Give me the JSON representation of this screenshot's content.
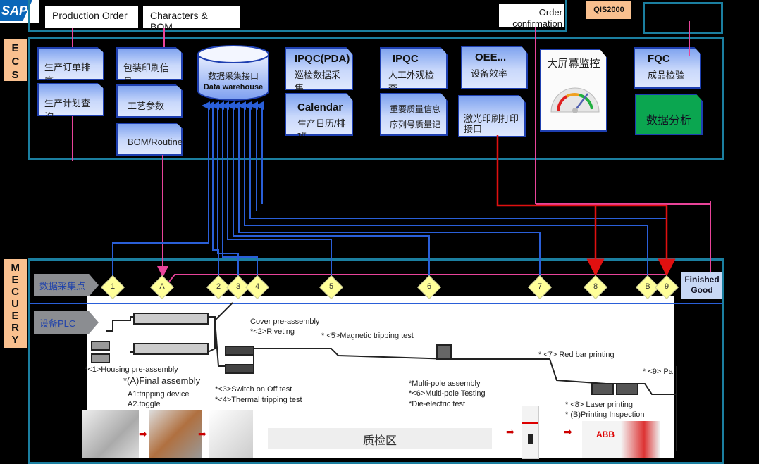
{
  "sap": {
    "logo": "SAP",
    "production_order": "Production Order",
    "characters_bom": "Characters & BOM",
    "order_confirmation": "Order confirmation",
    "qis": "QIS2000"
  },
  "ecs": {
    "label": "ECS",
    "cards": {
      "order_sort": "生产订单排序",
      "plan_query": "生产计划查询",
      "pack_print": "包装印刷信息",
      "process_params": "工艺参数",
      "bom": "BOM/Routine",
      "ipqc_pda_title": "IPQC(PDA)",
      "ipqc_pda_sub": "巡检数据采集",
      "calendar_title": "Calendar",
      "calendar_sub": "生产日历/排班",
      "ipqc_title": "IPQC",
      "ipqc_sub": "人工外观检查",
      "quality_info": "重要质量信息",
      "serial_record": "序列号质量记录",
      "oee_title": "OEE...",
      "oee_sub": "设备效率",
      "laser_iface": "激光印刷打印接口",
      "big_screen": "大屏幕监控",
      "fqc_title": "FQC",
      "fqc_sub": "成品检验",
      "analysis": "数据分析"
    },
    "warehouse_cn": "数据采集接口",
    "warehouse_en": "Data warehouse"
  },
  "mes": {
    "label": "MECUERY",
    "collect_points": "数据采集点",
    "plc": "设备PLC",
    "finished_good": "Finished Good",
    "points": [
      "1",
      "A",
      "2",
      "3",
      "4",
      "5",
      "6",
      "7",
      "8",
      "B",
      "9"
    ],
    "notes": {
      "housing": "*<1>Housing pre-assembly",
      "final": "*(A)Final assembly",
      "a1": "A1:tripping device",
      "a2": "A2.toggle",
      "cover": "Cover pre-assembly",
      "riveting": "*<2>Riveting",
      "switch": "*<3>Switch on Off test",
      "thermal": "*<4>Thermal tripping test",
      "magnetic": "* <5>Magnetic tripping test",
      "multipole": "*Multi-pole  assembly",
      "mp_test": "*<6>Multi-pole  Testing",
      "die": "*Die-electric test",
      "redbar": "* <7> Red bar printing",
      "laser": "* <8> Laser printing",
      "inspect": "* (B)Printing Inspection",
      "pack": "* <9> Pa"
    },
    "qc_zone": "质检区",
    "brand": "ABB"
  },
  "colors": {
    "frame": "#1b7fa0",
    "blue": "#2a5fd8",
    "pink": "#e8449a",
    "red": "#e01010"
  }
}
